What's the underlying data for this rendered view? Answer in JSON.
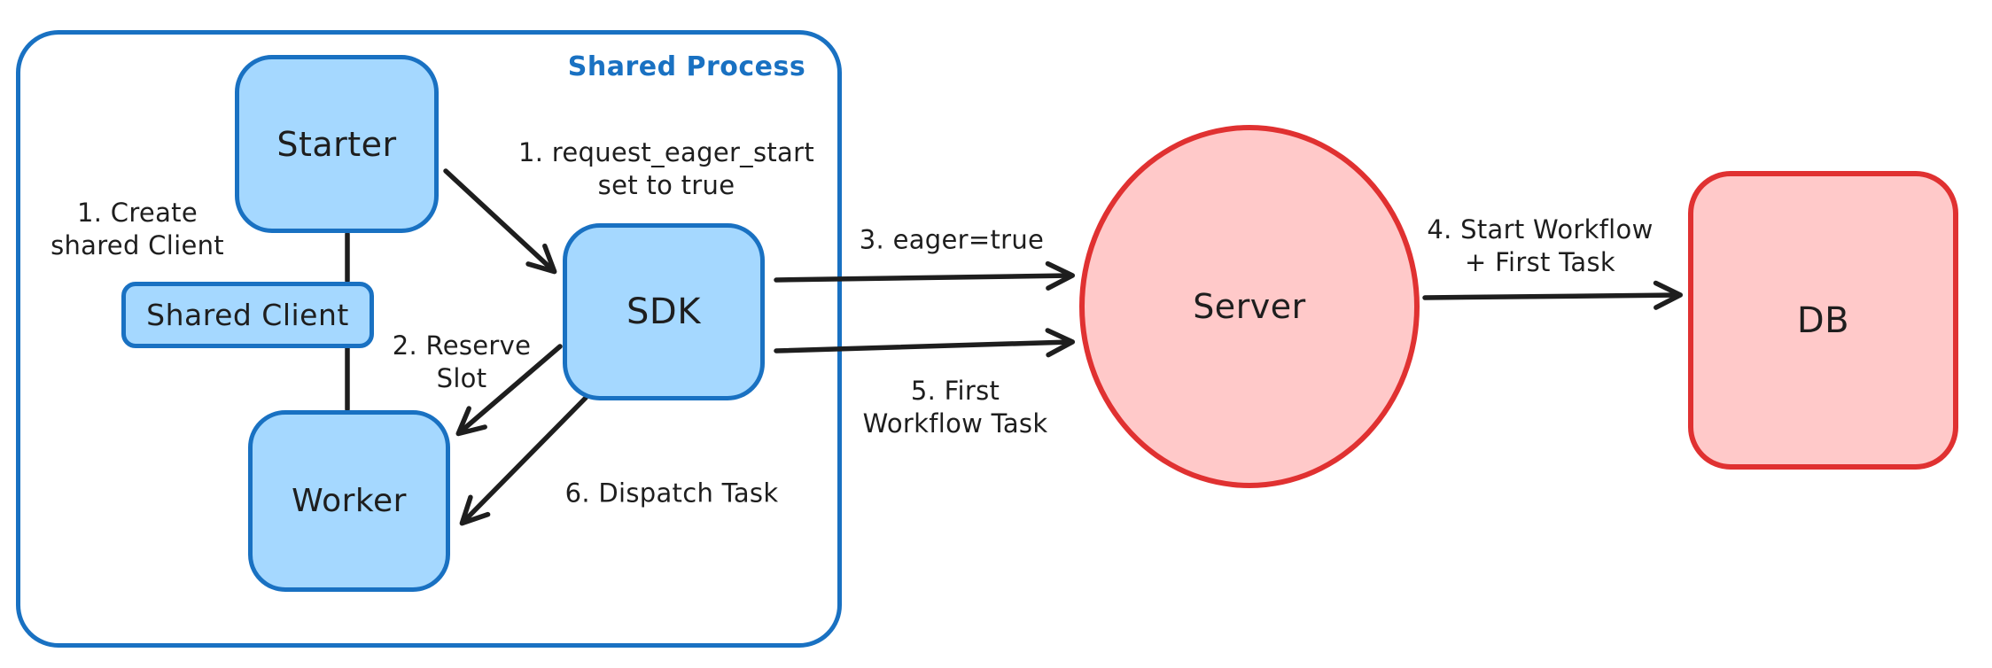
{
  "diagram": {
    "container": {
      "label": "Shared Process"
    },
    "nodes": {
      "starter": {
        "label": "Starter"
      },
      "shared_client": {
        "label": "Shared Client"
      },
      "worker": {
        "label": "Worker"
      },
      "sdk": {
        "label": "SDK"
      },
      "server": {
        "label": "Server"
      },
      "db": {
        "label": "DB"
      }
    },
    "annotations": {
      "step1_create": "1. Create\nshared Client",
      "step1_request_eager": "1. request_eager_start\nset to true",
      "step2_reserve_slot": "2. Reserve\nSlot",
      "step3_eager_true": "3. eager=true",
      "step4_start_workflow": "4. Start Workflow\n+ First Task",
      "step5_first_wf_task": "5. First\nWorkflow Task",
      "step6_dispatch_task": "6. Dispatch Task"
    },
    "colors": {
      "blue_stroke": "#1971c2",
      "blue_fill": "#a5d8ff",
      "red_stroke": "#e03131",
      "red_fill": "#ffc9c9",
      "ink": "#1e1e1e",
      "background": "#ffffff"
    }
  }
}
